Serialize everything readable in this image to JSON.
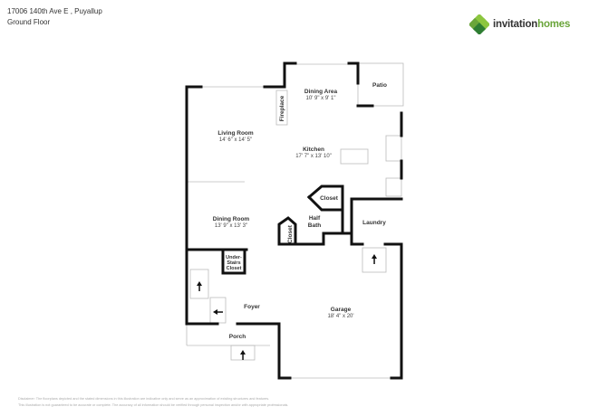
{
  "header": {
    "address": "17006 140th Ave E , Puyallup",
    "floor": "Ground Floor"
  },
  "logo": {
    "brand_a": "invitation",
    "brand_b": "homes",
    "color_green": "#6aa53a",
    "color_dark_green": "#2e7d32"
  },
  "rooms": {
    "living_room": {
      "name": "Living Room",
      "dims": "14' 6\" x 14' 5\""
    },
    "dining_area": {
      "name": "Dining Area",
      "dims": "10' 9\" x 9' 1\""
    },
    "patio": {
      "name": "Patio"
    },
    "fireplace": {
      "name": "Fireplace"
    },
    "kitchen": {
      "name": "Kitchen",
      "dims": "17' 7\" x 13' 10\""
    },
    "dining_room": {
      "name": "Dining Room",
      "dims": "13' 9\" x 13' 3\""
    },
    "closet_a": {
      "name": "Closet"
    },
    "half_bath": {
      "name_1": "Half",
      "name_2": "Bath"
    },
    "laundry": {
      "name": "Laundry"
    },
    "closet_b": {
      "name": "Closet"
    },
    "under_stairs": {
      "line1": "Under-",
      "line2": "Stairs",
      "line3": "Closet"
    },
    "foyer": {
      "name": "Foyer"
    },
    "porch": {
      "name": "Porch"
    },
    "garage": {
      "name": "Garage",
      "dims": "18' 4\" x 20'"
    }
  },
  "disclaimer": {
    "line1": "Disclaimer: The floorplans depicted and the stated dimensions in this illustration are indicative only and serve as an approximation of existing structures and features.",
    "line2": "This illustration is not guaranteed to be accurate or complete. The accuracy of all information should be verified through personal inspection and/or with appropriate professionals."
  }
}
